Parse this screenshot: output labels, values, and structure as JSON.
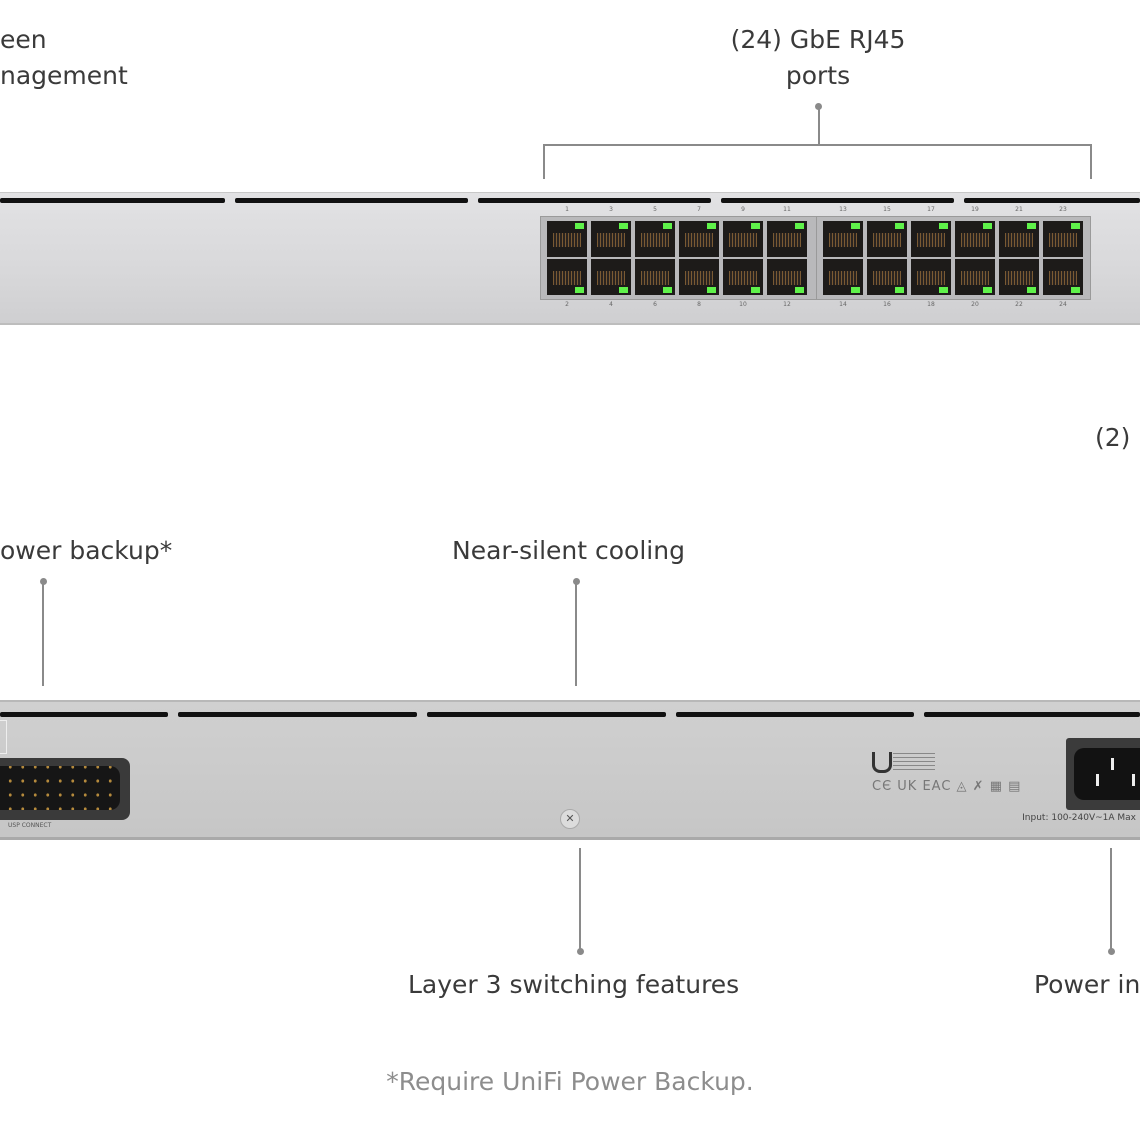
{
  "labels": {
    "touchscreen_line1": "een",
    "touchscreen_line2": "nagement",
    "ports_line1": "(24) GbE RJ45",
    "ports_line2": "ports",
    "sfp_partial": "(2)",
    "power_backup": "ower backup*",
    "cooling": "Near-silent cooling",
    "layer3": "Layer 3 switching features",
    "power_input": "Power in"
  },
  "footnote": "*Require UniFi Power Backup.",
  "front_panel": {
    "port_numbers_top": [
      "1",
      "3",
      "5",
      "7",
      "9",
      "11",
      "13",
      "15",
      "17",
      "19",
      "21",
      "23"
    ],
    "port_numbers_bottom": [
      "2",
      "4",
      "6",
      "8",
      "10",
      "12",
      "14",
      "16",
      "18",
      "20",
      "22",
      "24"
    ],
    "led_color": "#5ff24a"
  },
  "rear_panel": {
    "usp_label": "USP CONNECT",
    "power_rating": "Input: 100-240V~1A Max"
  }
}
